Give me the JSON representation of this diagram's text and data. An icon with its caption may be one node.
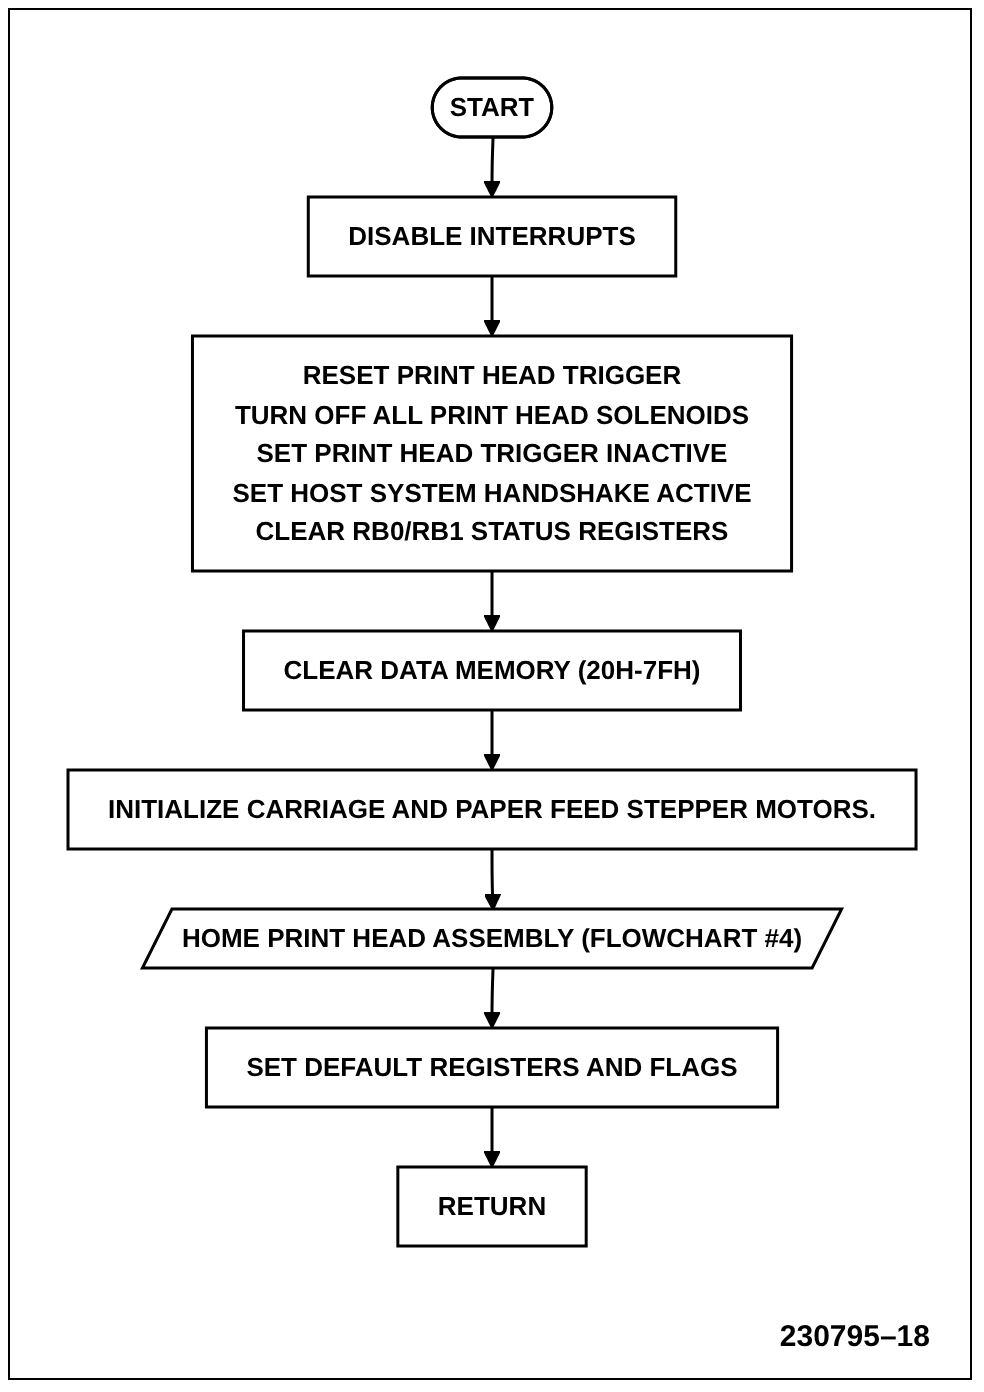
{
  "diagram": {
    "nodes": [
      {
        "text": [
          "START"
        ]
      },
      {
        "text": [
          "DISABLE INTERRUPTS"
        ]
      },
      {
        "text": [
          "RESET PRINT HEAD TRIGGER",
          "TURN OFF ALL PRINT HEAD SOLENOIDS",
          "SET PRINT HEAD TRIGGER INACTIVE",
          "SET HOST SYSTEM HANDSHAKE ACTIVE",
          "CLEAR RB0/RB1 STATUS REGISTERS"
        ]
      },
      {
        "text": [
          "CLEAR DATA MEMORY (20H-7FH)"
        ]
      },
      {
        "text": [
          "INITIALIZE CARRIAGE AND PAPER FEED STEPPER MOTORS."
        ]
      },
      {
        "text": [
          "HOME PRINT HEAD ASSEMBLY (FLOWCHART #4)"
        ]
      },
      {
        "text": [
          "SET DEFAULT REGISTERS AND FLAGS"
        ]
      },
      {
        "text": [
          "RETURN"
        ]
      }
    ],
    "edges": [
      {
        "from": 0,
        "to": 1,
        "arrow": "to"
      },
      {
        "from": 1,
        "to": 2,
        "arrow": "to"
      },
      {
        "from": 2,
        "to": 3,
        "arrow": "to"
      },
      {
        "from": 3,
        "to": 4,
        "arrow": "to"
      },
      {
        "from": 4,
        "to": 5,
        "arrow": "to"
      },
      {
        "from": 5,
        "to": 6,
        "arrow": "to"
      },
      {
        "from": 6,
        "to": 7,
        "arrow": "to"
      }
    ],
    "labels": [
      "230795–18"
    ]
  }
}
